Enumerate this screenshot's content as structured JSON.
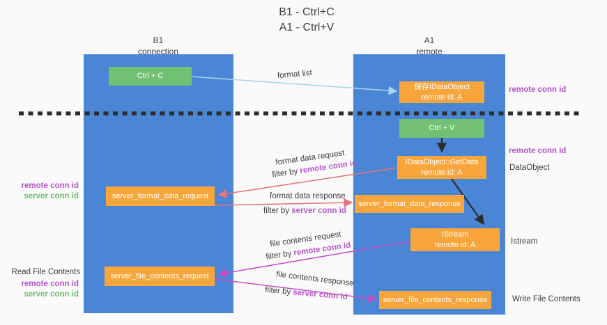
{
  "title": {
    "line1": "B1 - Ctrl+C",
    "line2": "A1 - Ctrl+V"
  },
  "columns": {
    "left": {
      "header_line1": "B1",
      "header_line2": "connection"
    },
    "right": {
      "header_line1": "A1",
      "header_line2": "remote"
    }
  },
  "nodes": {
    "ctrl_c": "Ctrl + C",
    "save_idataobject": {
      "line1": "保存IDataObject",
      "line2": "remote id: A"
    },
    "ctrl_v": "Ctrl + V",
    "getdata": {
      "line1": "IDataObject::GetData",
      "line2": "remote id: A"
    },
    "format_request": "server_format_data_request",
    "format_response": "server_format_data_response",
    "istream": {
      "line1": "IStream",
      "line2": "remote id: A"
    },
    "file_request": "server_file_contents_request",
    "file_response": "server_file_contents_response"
  },
  "edge_labels": {
    "format_list": "format list",
    "format_data_request": "format data request",
    "format_data_response": "format data response",
    "file_contents_request": "file contents request",
    "file_contents_response": "file contents response",
    "filter_by": "filter by",
    "remote_conn_id": "remote conn id",
    "server_conn_id": "server conn id"
  },
  "side_labels": {
    "remote_conn_id": "remote conn id",
    "server_conn_id": "server conn id",
    "dataobject": "DataObject",
    "istream": "Istream",
    "read_file_contents": "Read File Contents",
    "write_file_contents": "Write File Contents"
  },
  "colors": {
    "column_blue": "#4a85d6",
    "box_orange": "#f8a63c",
    "box_green": "#72c073",
    "purple_text": "#b655c9",
    "green_text": "#6dbf6c",
    "arrow_red": "#e57676",
    "arrow_magenta": "#c44ec4",
    "arrow_blue": "#aad4f0",
    "arrow_black": "#2b2b2b",
    "dashed_line": "#2d2d2d"
  }
}
